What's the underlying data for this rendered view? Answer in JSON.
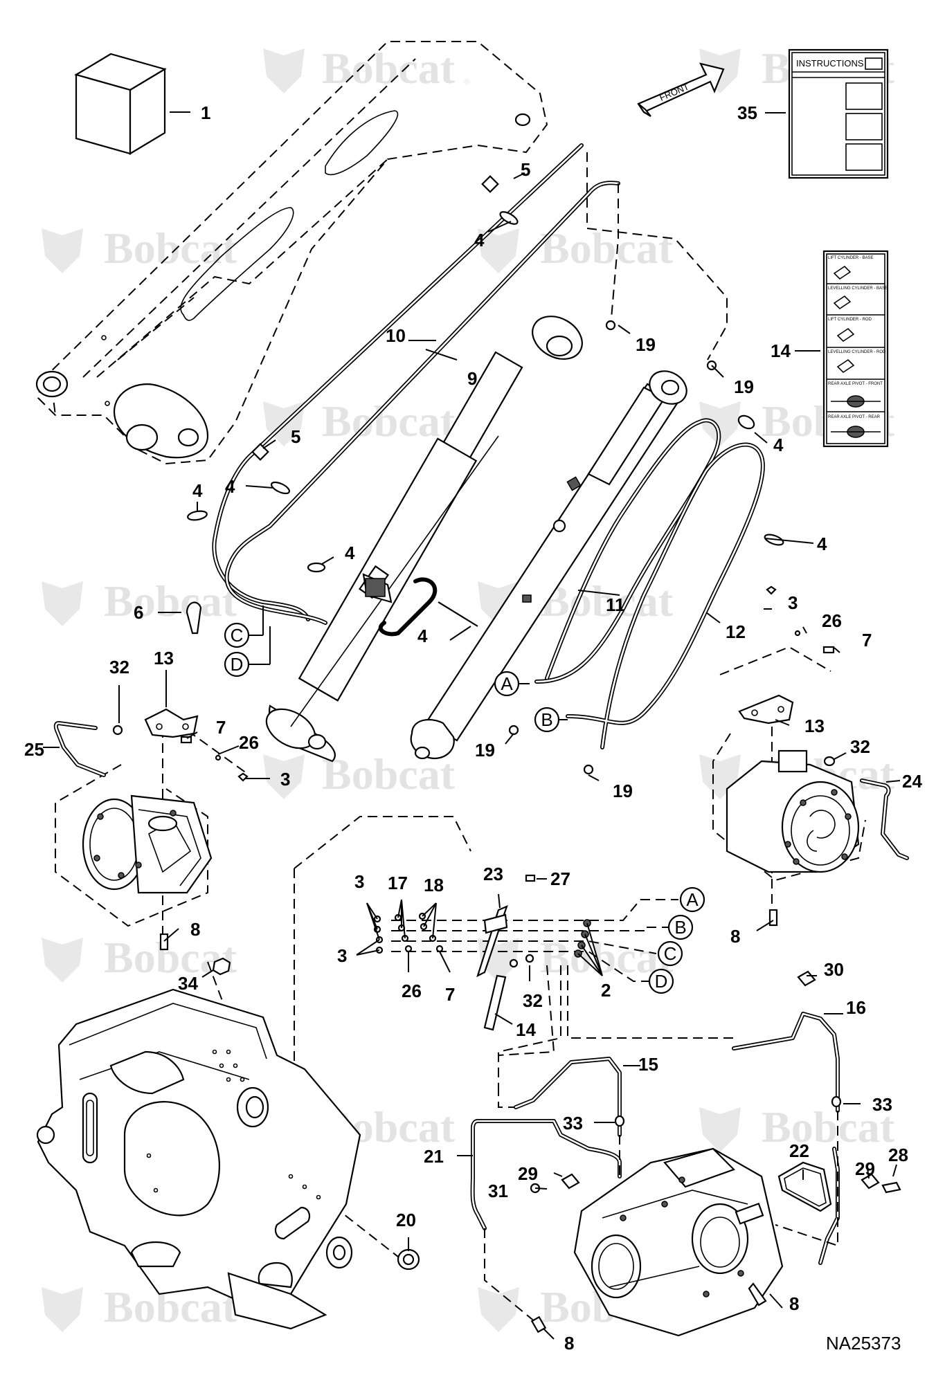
{
  "watermark": {
    "brand": "Bobcat",
    "registered": "®"
  },
  "drawing_number": "NA25373",
  "front_arrow": {
    "label": "FRONT"
  },
  "instructions_sheet": {
    "title": "INSTRUCTIONS"
  },
  "decal": {
    "rows": [
      "LIFT CYLINDER - BASE",
      "LEVELLING CYLINDER - BASE",
      "LIFT CYLINDER - ROD",
      "LEVELLING CYLINDER - ROD",
      "REAR AXLE PIVOT - FRONT",
      "REAR AXLE PIVOT - REAR"
    ]
  },
  "connection_refs": [
    "A",
    "B",
    "C",
    "D"
  ],
  "callouts": {
    "c1": "1",
    "c35": "35",
    "c5a": "5",
    "c4a": "4",
    "c10": "10",
    "c9": "9",
    "c19a": "19",
    "c19b": "19",
    "c14a": "14",
    "c5b": "5",
    "c4b": "4",
    "c4c": "4",
    "c4d": "4",
    "c4e": "4",
    "c6": "6",
    "c11": "11",
    "c12": "12",
    "c3a": "3",
    "c26a": "26",
    "c7a": "7",
    "c4f": "4",
    "c32a": "32",
    "c13a": "13",
    "c25": "25",
    "c7b": "7",
    "c26b": "26",
    "c3b": "3",
    "c19c": "19",
    "c19d": "19",
    "c13b": "13",
    "c32b": "32",
    "c24": "24",
    "c8a": "8",
    "c8b": "8",
    "c3c": "3",
    "c17": "17",
    "c18": "18",
    "c23": "23",
    "c27": "27",
    "c3d": "3",
    "c2": "2",
    "c26c": "26",
    "c7c": "7",
    "c32c": "32",
    "c14b": "14",
    "c34": "34",
    "c30": "30",
    "c16": "16",
    "c15": "15",
    "c33a": "33",
    "c33b": "33",
    "c21": "21",
    "c22": "22",
    "c28": "28",
    "c29a": "29",
    "c31": "31",
    "c29b": "29",
    "c20": "20",
    "c8c": "8",
    "c8d": "8"
  }
}
